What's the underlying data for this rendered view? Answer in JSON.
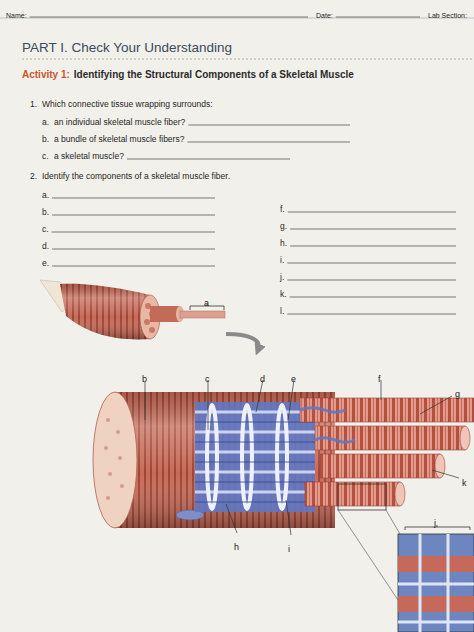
{
  "diagram": {
    "title": "PART I. Check Your Understanding",
    "labels": [
      "Name:",
      "Date:",
      "Lab Section:",
      "Activity 1:",
      "Identifying the Structural Components of a Skeletal Muscle",
      "1.",
      "Which connective tissue wrapping surrounds:",
      "a.",
      "an individual skeletal muscle fiber?",
      "b.",
      "a bundle of skeletal muscle fibers?",
      "c.",
      "a skeletal muscle?",
      "2.",
      "Identify the components of a skeletal muscle fiber.",
      "a.",
      "b.",
      "c.",
      "d.",
      "e.",
      "f.",
      "g.",
      "h.",
      "i.",
      "j.",
      "k.",
      "l.",
      "a",
      "b",
      "c",
      "d",
      "e",
      "f",
      "g",
      "h",
      "i",
      "j",
      "k"
    ]
  }
}
